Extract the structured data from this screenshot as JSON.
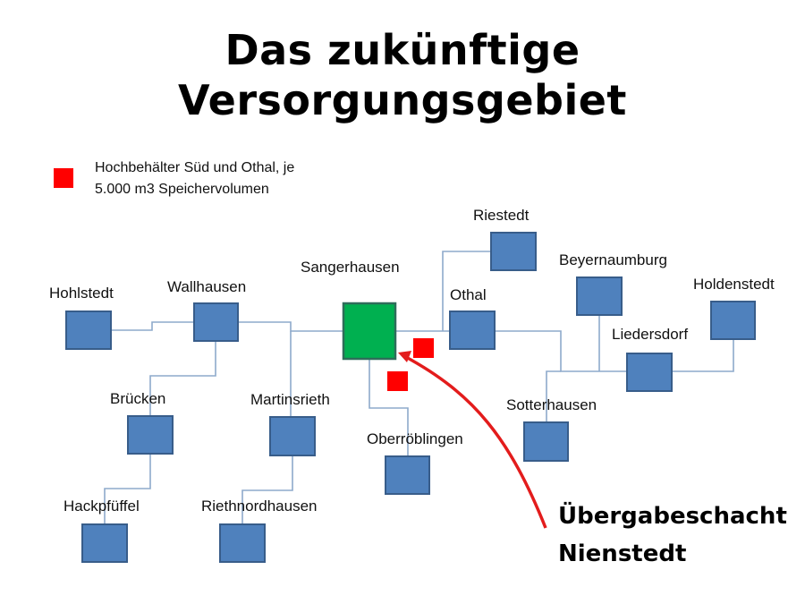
{
  "title": {
    "line1": "Das zukünftige",
    "line2": "Versorgungsgebiet"
  },
  "legend": {
    "swatch_color": "#ff0000",
    "line1": "Hochbehälter Süd und Othal, je",
    "line2": "5.000 m3 Speichervolumen"
  },
  "colors": {
    "node_blue": "#4f81bd",
    "node_blue_border": "#385d8a",
    "hub_green": "#00b050",
    "reservoir_red": "#ff0000",
    "connector": "#8eaacb",
    "arrow": "#e31c1c"
  },
  "nodes": {
    "hohlstedt": "Hohlstedt",
    "wallhausen": "Wallhausen",
    "sangerhausen": "Sangerhausen",
    "riestedt": "Riestedt",
    "othal": "Othal",
    "beyernaumburg": "Beyernaumburg",
    "holdenstedt": "Holdenstedt",
    "liedersdorf": "Liedersdorf",
    "bruecken": "Brücken",
    "martinsrieth": "Martinsrieth",
    "oberroeblingen": "Oberröblingen",
    "sotterhausen": "Sotterhausen",
    "hackpfueffel": "Hackpfüffel",
    "riethnordhausen": "Riethnordhausen"
  },
  "callout": {
    "line1": "Übergabeschacht",
    "line2": "Nienstedt"
  }
}
